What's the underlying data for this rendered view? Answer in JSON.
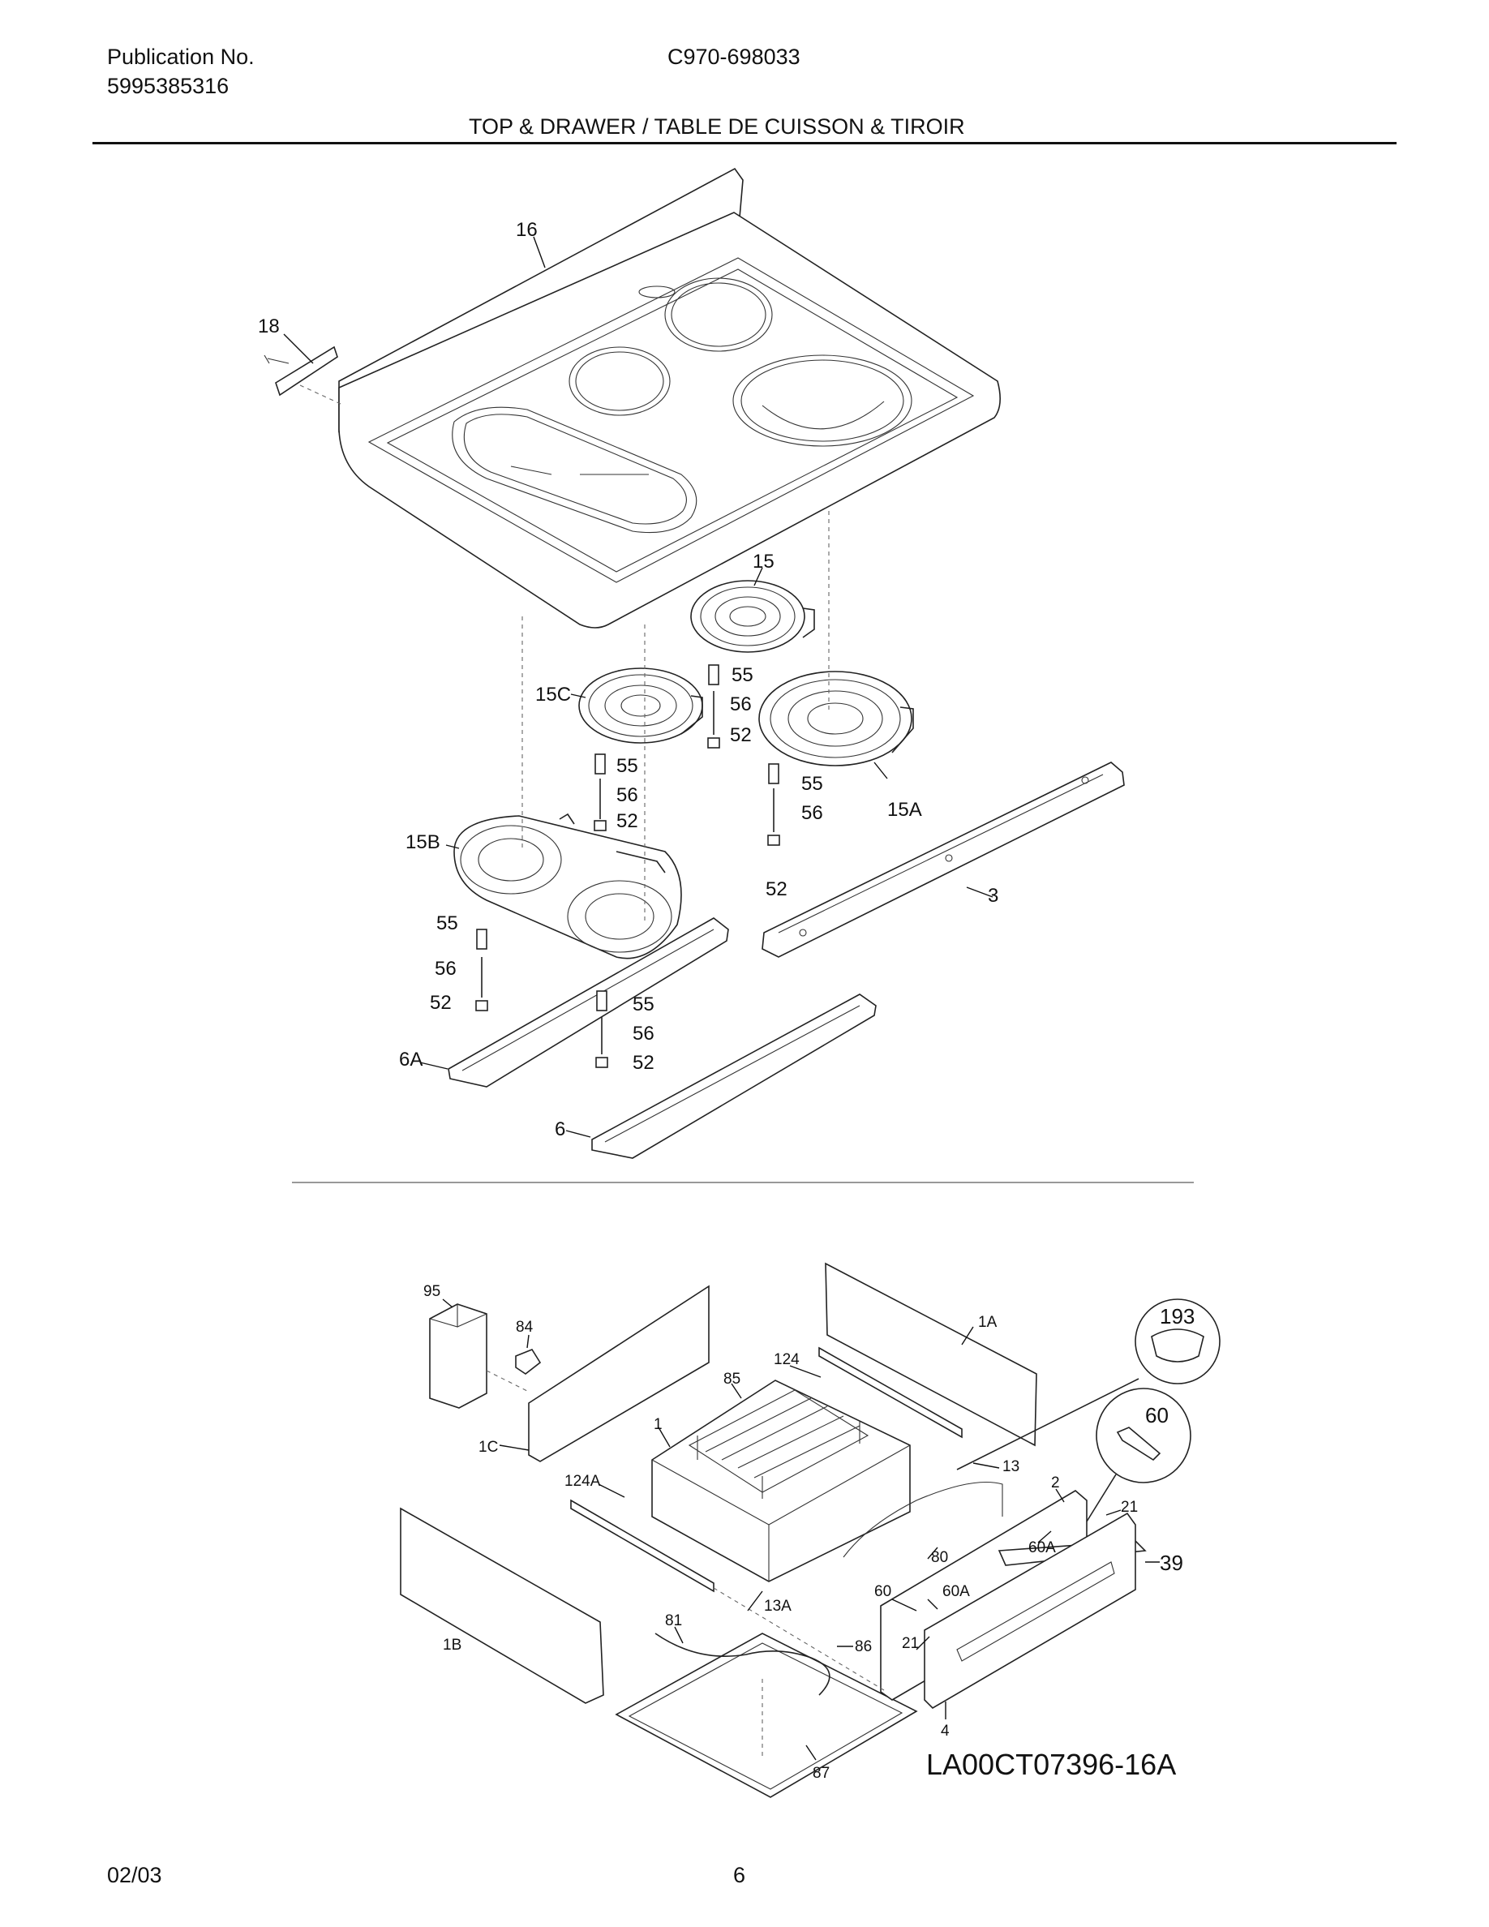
{
  "header": {
    "publication_label": "Publication No.",
    "publication_number": "5995385316",
    "model": "C970-698033",
    "section_title": "TOP & DRAWER / TABLE DE CUISSON & TIROIR"
  },
  "footer": {
    "date": "02/03",
    "page": "6",
    "diagram_code": "LA00CT07396-16A"
  },
  "parts_top": {
    "p16": "16",
    "p18": "18",
    "p15": "15",
    "p15C": "15C",
    "p15A": "15A",
    "p15B": "15B",
    "p55a": "55",
    "p56a": "56",
    "p52a": "52",
    "p55b": "55",
    "p56b": "56",
    "p52b": "52",
    "p55c": "55",
    "p56c": "56",
    "p52c": "52",
    "p55d": "55",
    "p56d": "56",
    "p52d": "52",
    "p55e": "55",
    "p56e": "56",
    "p52e": "52",
    "p3": "3",
    "p6A": "6A",
    "p6": "6"
  },
  "parts_bottom": {
    "p95": "95",
    "p84": "84",
    "p1A": "1A",
    "p124": "124",
    "p85": "85",
    "p1": "1",
    "p1C": "1C",
    "p13": "13",
    "p124A": "124A",
    "p2": "2",
    "p21a": "21",
    "p60A_a": "60A",
    "p80": "80",
    "p39": "39",
    "p60": "60",
    "p60A_b": "60A",
    "p13A": "13A",
    "p81": "81",
    "p86": "86",
    "p21b": "21",
    "p1B": "1B",
    "p4": "4",
    "p87": "87",
    "callout_193": "193",
    "callout_60": "60"
  }
}
